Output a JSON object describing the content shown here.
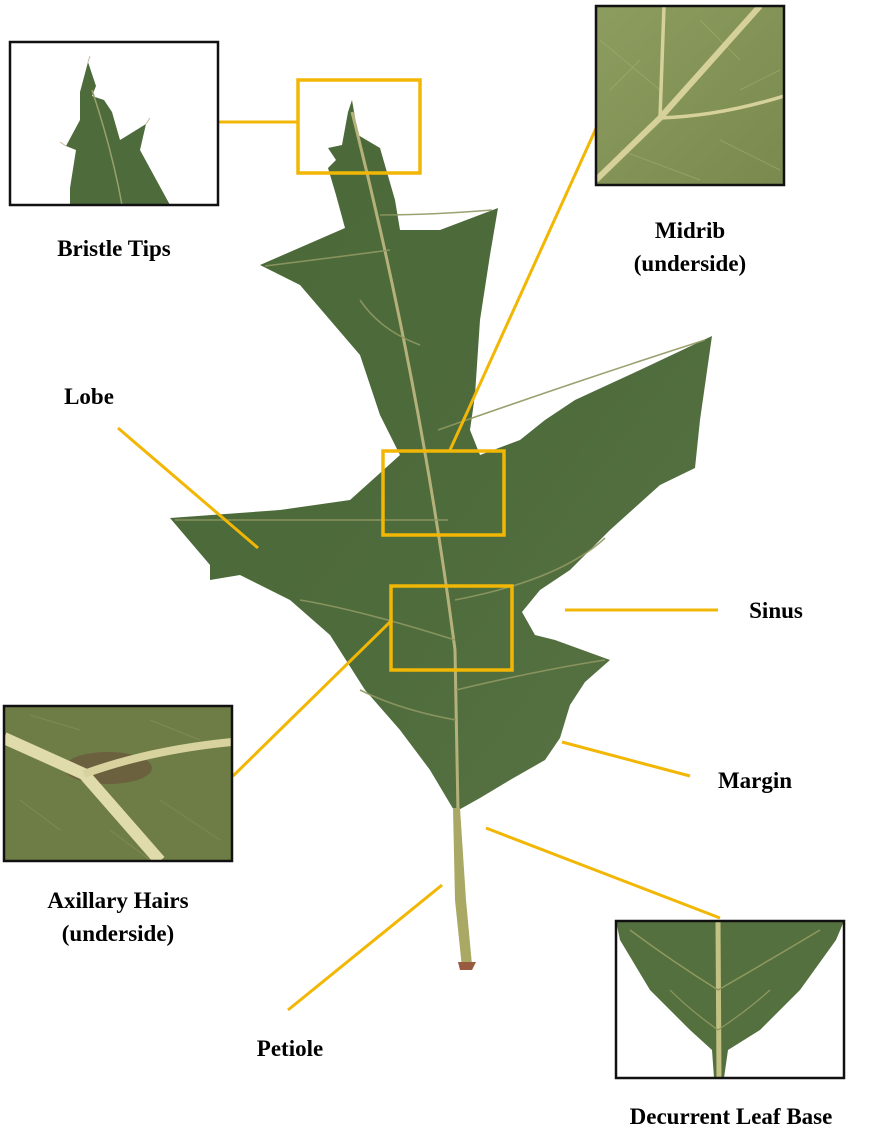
{
  "labels": {
    "bristle_tips": "Bristle Tips",
    "midrib_line1": "Midrib",
    "midrib_line2": "(underside)",
    "lobe": "Lobe",
    "sinus": "Sinus",
    "margin": "Margin",
    "axillary_line1": "Axillary Hairs",
    "axillary_line2": "(underside)",
    "petiole": "Petiole",
    "decurrent": "Decurrent Leaf Base"
  },
  "colors": {
    "callout": "#f2b705",
    "leaf": "#4e6a3c",
    "leaf_dark": "#3f5a30",
    "vein": "#b5b57a",
    "petiole": "#a8a862",
    "inset_border": "#111111",
    "underside": "#8a9a5c"
  }
}
